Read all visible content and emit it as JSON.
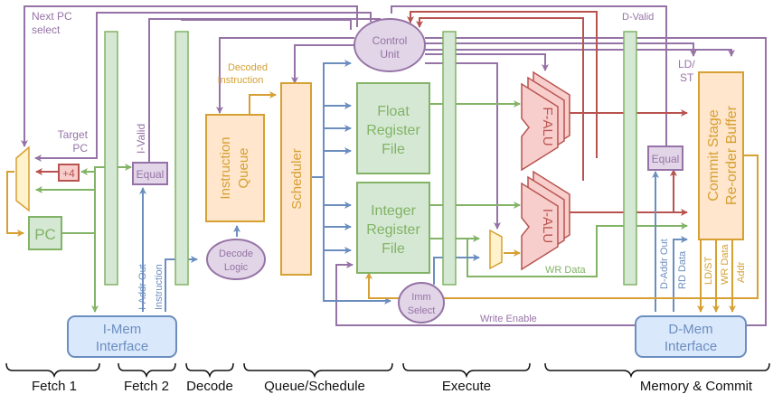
{
  "diagram": {
    "colors": {
      "purple": "#9673a6",
      "purple_fill": "#e1d5e7",
      "green": "#82b366",
      "green_fill": "#d5e8d4",
      "blue": "#6c8ebf",
      "blue_fill": "#dae8fc",
      "red": "#b85450",
      "red_fill": "#f8cecc",
      "orange": "#d6a033",
      "orange_fill": "#ffe6cc",
      "mux_fill": "#fff2cc"
    },
    "blocks": {
      "plus4": "+4",
      "pc": "PC",
      "equal_fetch": "Equal",
      "equal_mem": "Equal",
      "imem": [
        "I-Mem",
        "Interface"
      ],
      "dmem": [
        "D-Mem",
        "Interface"
      ],
      "instruction_queue": [
        "Instruction",
        "Queue"
      ],
      "scheduler": "Scheduler",
      "decode_logic": [
        "Decode",
        "Logic"
      ],
      "control_unit": [
        "Control",
        "Unit"
      ],
      "float_rf": [
        "Float",
        "Register",
        "File"
      ],
      "int_rf": [
        "Integer",
        "Register",
        "File"
      ],
      "imm_select": [
        "Imm",
        "Select"
      ],
      "falu": "F-ALU",
      "ialu": "I-ALU",
      "commit": [
        "Commit Stage",
        "Re-order Buffer"
      ]
    },
    "signals": {
      "next_pc_select": [
        "Next PC",
        "select"
      ],
      "target_pc": [
        "Target",
        "PC"
      ],
      "i_valid": "I-Valid",
      "i_addr_out": "I-Addr Out",
      "instruction": "Instruction",
      "decoded_instruction": [
        "Decoded",
        "Instruction"
      ],
      "d_valid": "D-Valid",
      "ld_st_top": [
        "LD/",
        "ST"
      ],
      "wr_data_exec": "WR Data",
      "write_enable": "Write Enable",
      "d_addr_out": "D-Addr Out",
      "rd_data": "RD Data",
      "ld_st": "LD/ST",
      "wr_data_mem": "WR Data",
      "addr": "Addr"
    },
    "stages": [
      "Fetch 1",
      "Fetch 2",
      "Decode",
      "Queue/Schedule",
      "Execute",
      "Memory & Commit"
    ]
  }
}
